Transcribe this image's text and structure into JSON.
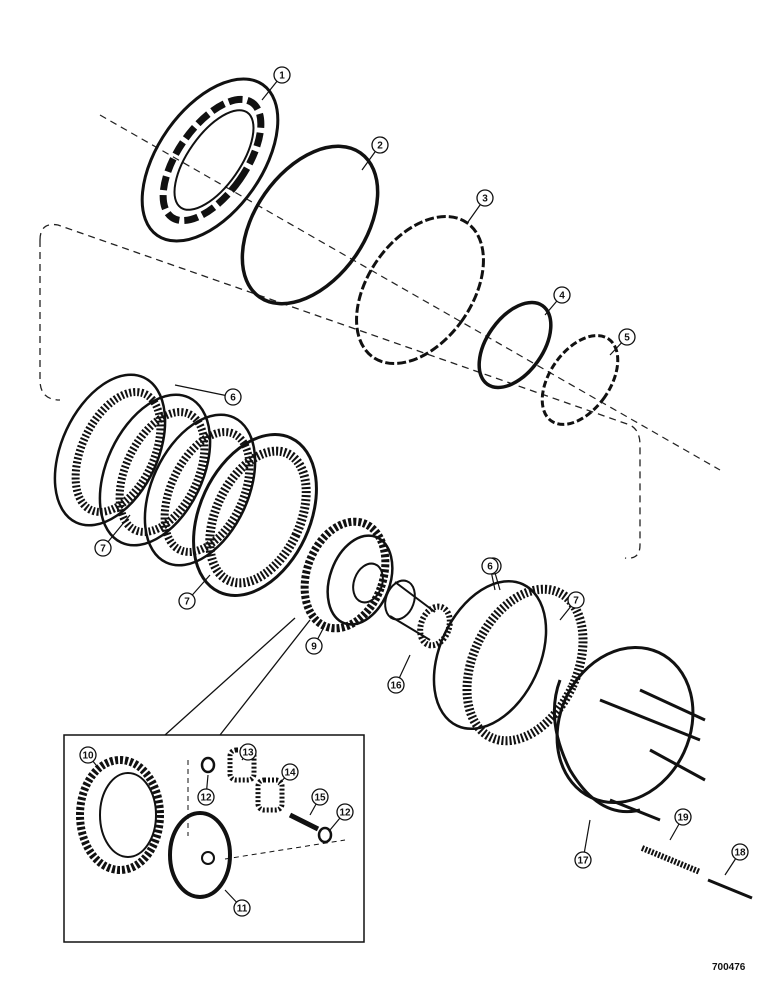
{
  "diagram": {
    "reference_code": "700476",
    "callouts": [
      "1",
      "2",
      "3",
      "4",
      "5",
      "6",
      "7",
      "7",
      "6",
      "9",
      "16",
      "7",
      "6",
      "17",
      "19",
      "18",
      "10",
      "12",
      "13",
      "14",
      "15",
      "12",
      "11"
    ]
  }
}
